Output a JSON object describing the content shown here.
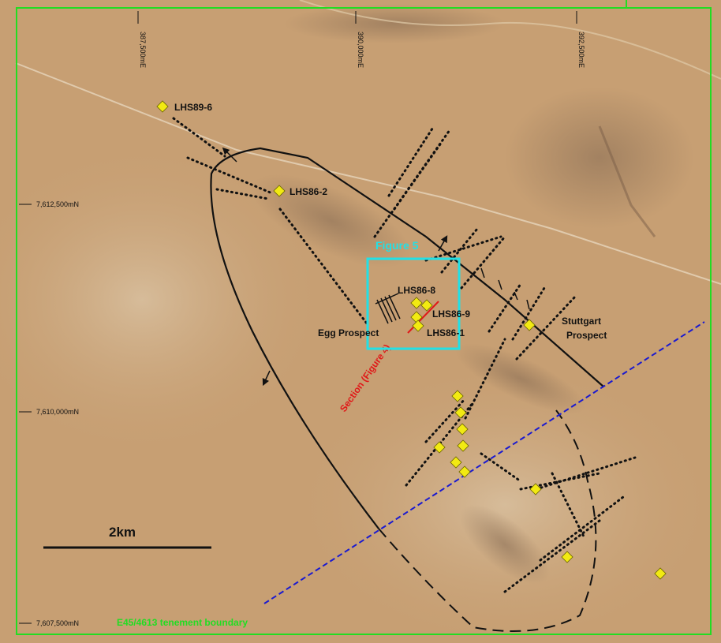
{
  "map": {
    "grid": {
      "eastings": [
        "387,500mE",
        "390,000mE",
        "392,500mE"
      ],
      "northings": [
        "7,612,500mN",
        "7,610,000mN",
        "7,607,500mN"
      ]
    },
    "labels": {
      "figure5": "Figure 5",
      "section": "Section (Figure 4)",
      "egg": "Egg Prospect",
      "stuttgart_1": "Stuttgart",
      "stuttgart_2": "Prospect",
      "tenement": "E45/4613 tenement boundary",
      "scale": "2km"
    },
    "drillholes": [
      "LHS89-6",
      "LHS86-2",
      "LHS86-8",
      "LHS86-9",
      "LHS86-1"
    ],
    "colors": {
      "tenement": "#22dd22",
      "figure_box": "#22e0e6",
      "section": "#e01818",
      "fault": "#1a1ad0",
      "collar": "#f2ea12",
      "terrain": "#c49a6c"
    }
  }
}
